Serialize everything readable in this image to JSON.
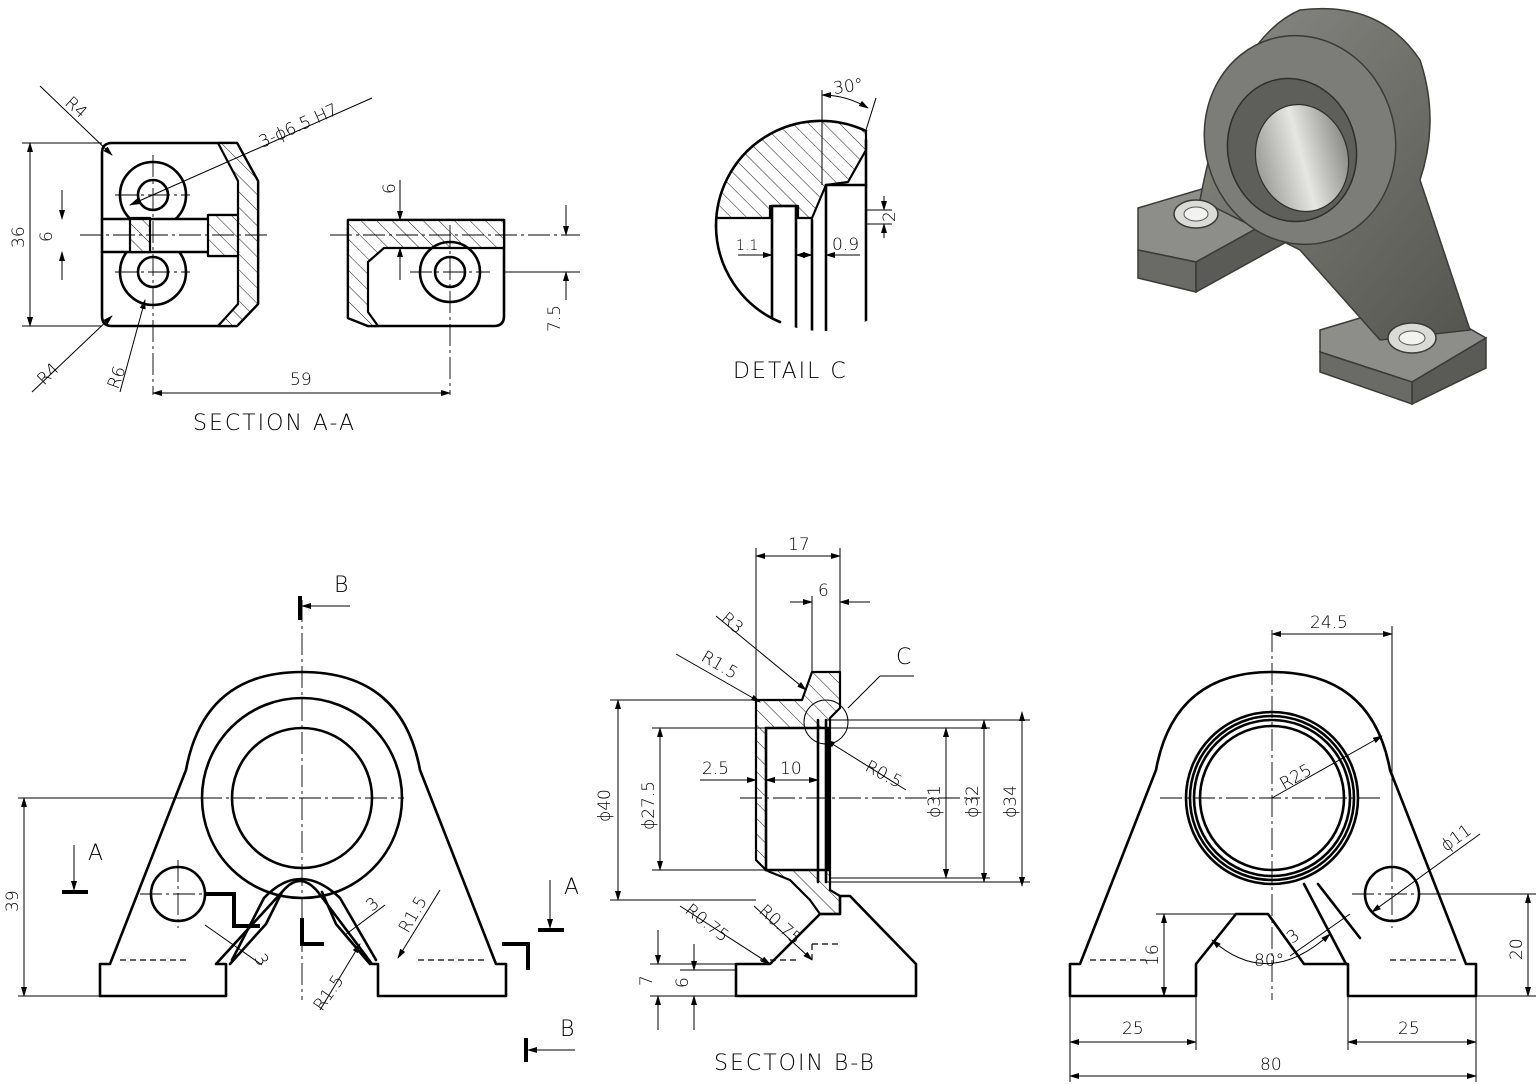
{
  "views": {
    "section_aa": {
      "label": "SECTION A-A",
      "dims": {
        "r4_top": "R4",
        "hole_callout": "3-ϕ6.5 H7",
        "d36": "36",
        "d6_left": "6",
        "r4_bottom": "R4",
        "r6": "R6",
        "d59": "59",
        "d6_top": "6",
        "d7_5": "7.5"
      }
    },
    "detail_c": {
      "label": "DETAIL C",
      "dims": {
        "angle30": "30°",
        "d2": "2",
        "d1_1": "1.1",
        "d0_9": "0.9"
      }
    },
    "front": {
      "cut_marks": {
        "b_top": "B",
        "b_bottom": "B",
        "a_left": "A",
        "a_right": "A"
      },
      "dims": {
        "d39": "39",
        "d3a": "3",
        "d3b": "3",
        "r1_5a": "R1.5",
        "r1_5b": "R1.5"
      }
    },
    "section_bb": {
      "label": "SECTOIN B-B",
      "dims": {
        "d17": "17",
        "d6": "6",
        "r3": "R3",
        "r1_5": "R1.5",
        "c_ref": "C",
        "d40": "ϕ40",
        "d27_5": "ϕ27.5",
        "d2_5": "2.5",
        "d10": "10",
        "r0_5": "R0.5",
        "d31": "ϕ31",
        "d32": "ϕ32",
        "d34": "ϕ34",
        "r0_75a": "R0.75",
        "r0_75b": "R0.75",
        "d7": "7",
        "d6b": "6"
      }
    },
    "rear": {
      "dims": {
        "d24_5": "24.5",
        "r25": "R25",
        "d11": "ϕ11",
        "d3": "3",
        "d16": "16",
        "ang80": "80°",
        "d20": "20",
        "d25a": "25",
        "d25b": "25",
        "d80": "80"
      }
    },
    "iso": {
      "description_icon": "pillow-block-3d-icon"
    }
  },
  "colors": {
    "line": "#000000",
    "background": "#ffffff",
    "render_body": "#6f6f6b",
    "render_face": "#b8b8b4"
  }
}
